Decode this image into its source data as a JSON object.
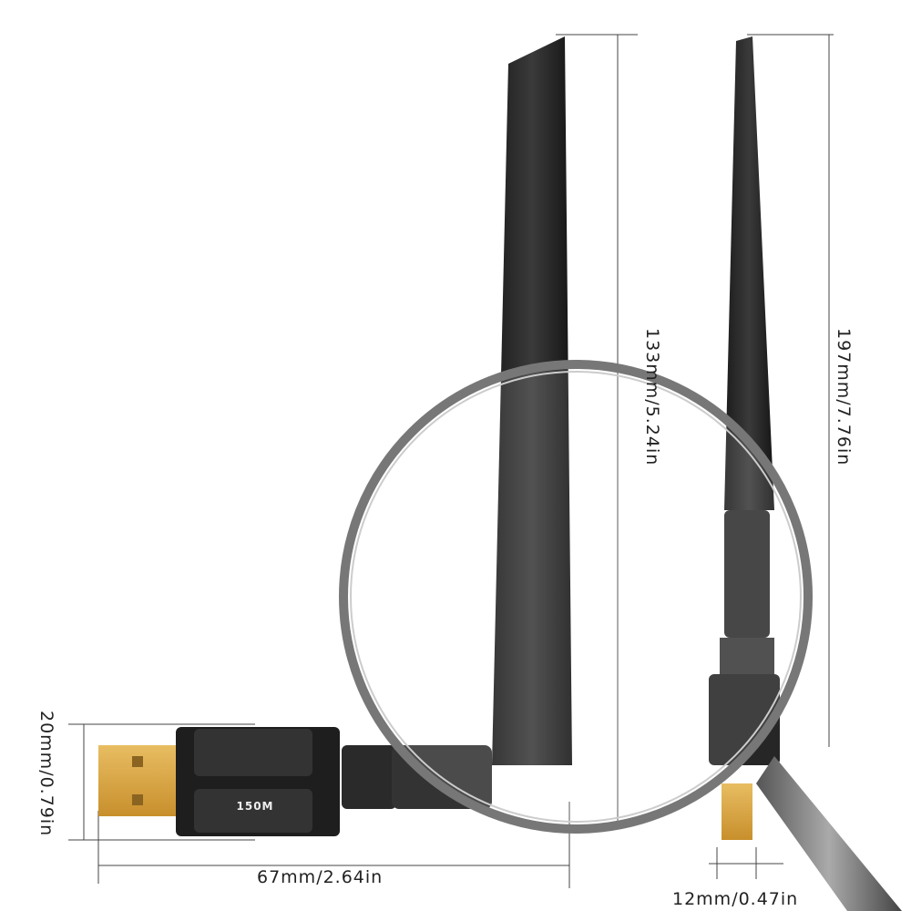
{
  "dimensions": {
    "height_dongle": "20mm/0.79in",
    "length_dongle": "67mm/2.64in",
    "antenna_short": "133mm/5.24in",
    "antenna_total": "197mm/7.76in",
    "width_connector": "12mm/0.47in"
  },
  "device": {
    "label": "150M"
  },
  "colors": {
    "body": "#2b2b2b",
    "gold": "#d9a84a",
    "lines": "#444444"
  }
}
